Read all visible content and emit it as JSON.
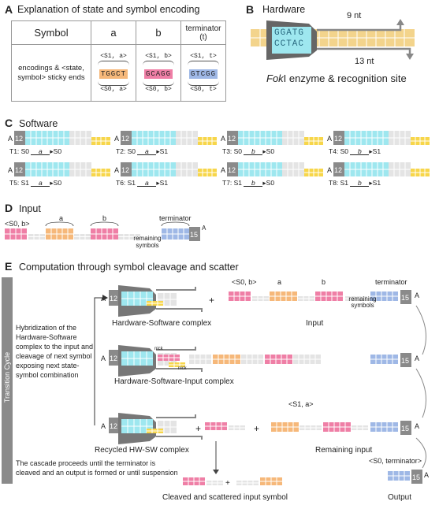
{
  "panelA": {
    "letter": "A",
    "title": "Explanation of state and symbol encoding",
    "headers": [
      "Symbol",
      "a",
      "b",
      "terminator (t)"
    ],
    "row_label": "encodings & <state, symbol> sticky ends",
    "cols": [
      {
        "top": "<S1, a>",
        "seq": "TGGCT",
        "bottom": "<S0, a>",
        "color": "#f6b87a"
      },
      {
        "top": "<S1, b>",
        "seq": "GCAGG",
        "bottom": "<S0, b>",
        "color": "#ef7fa6"
      },
      {
        "top": "<S1, t>",
        "seq": "GTCGG",
        "bottom": "<S0, t>",
        "color": "#9fb8e6"
      }
    ]
  },
  "panelB": {
    "letter": "B",
    "title": "Hardware",
    "seq_top": "GGATG",
    "seq_bottom": "CCTAC",
    "nt_top": "9 nt",
    "nt_bottom": "13 nt",
    "caption_italic": "Fok",
    "caption_rest": "I enzyme & recognition site"
  },
  "panelC": {
    "letter": "C",
    "title": "Software",
    "num": "12",
    "end": "A",
    "rules": [
      {
        "id": "T1:",
        "from": "S0",
        "sym": "a",
        "to": "S0"
      },
      {
        "id": "T2:",
        "from": "S0",
        "sym": "a",
        "to": "S1"
      },
      {
        "id": "T3:",
        "from": "S0",
        "sym": "b",
        "to": "S0"
      },
      {
        "id": "T4:",
        "from": "S0",
        "sym": "b",
        "to": "S1"
      },
      {
        "id": "T5:",
        "from": "S1",
        "sym": "a",
        "to": "S0"
      },
      {
        "id": "T6:",
        "from": "S1",
        "sym": "a",
        "to": "S1"
      },
      {
        "id": "T7:",
        "from": "S1",
        "sym": "b",
        "to": "S0"
      },
      {
        "id": "T8:",
        "from": "S1",
        "sym": "b",
        "to": "S1"
      }
    ]
  },
  "panelD": {
    "letter": "D",
    "title": "Input",
    "state": "<S0, b>",
    "a": "a",
    "b": "b",
    "terminator": "terminator",
    "remaining": "remaining symbols",
    "num": "15",
    "end": "A"
  },
  "panelE": {
    "letter": "E",
    "title": "Computation through symbol cleavage and scatter",
    "cycle": "Transition Cycle",
    "description": "Hybridization of the Hardware-Software complex to the input and cleavage of next symbol exposing next state-symbol combination",
    "hw_sw": "Hardware-Software complex",
    "input": "Input",
    "hsi": "Hardware-Software-Input complex",
    "nick": "nick",
    "recycled": "Recycled HW-SW complex",
    "remaining_input": "Remaining input",
    "cascade": "The cascade proceeds until the terminator is cleaved and an output is formed or until suspension",
    "cleaved": "Cleaved and scattered input symbol",
    "output": "Output",
    "s0b": "<S0, b>",
    "s1a": "<S1, a>",
    "s0t": "<S0, terminator>",
    "a": "a",
    "b": "b",
    "terminator": "terminator",
    "remaining": "remaining symbols",
    "n12": "12",
    "n15": "15",
    "A": "A",
    "plus": "+"
  }
}
